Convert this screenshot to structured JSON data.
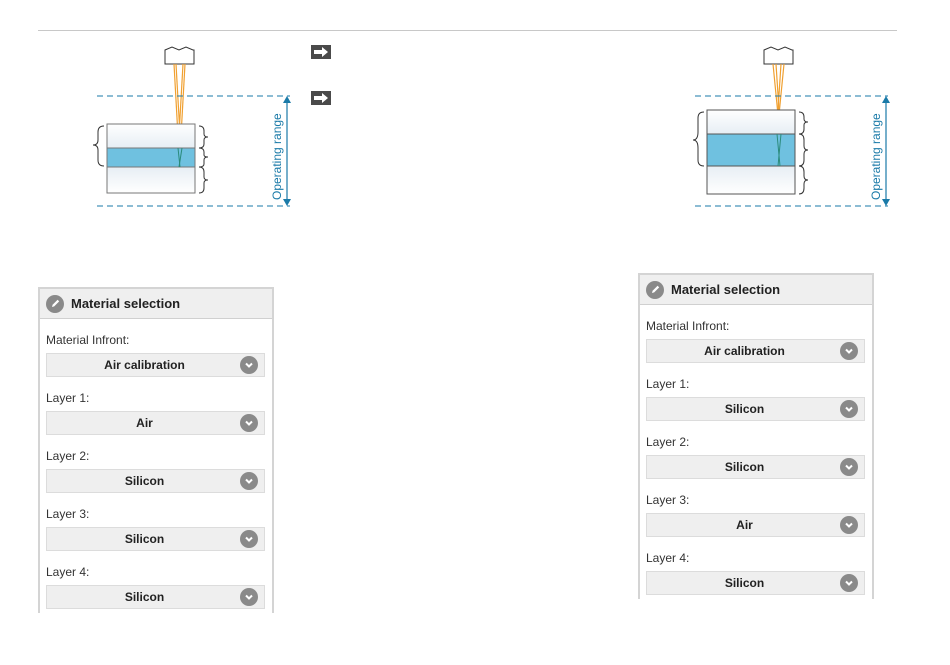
{
  "diagram_left": {
    "range_label": "Operating range"
  },
  "diagram_right": {
    "range_label": "Operating range"
  },
  "panel_left": {
    "title": "Material selection",
    "fields": [
      {
        "label": "Material Infront:",
        "value": "Air calibration"
      },
      {
        "label": "Layer 1:",
        "value": "Air"
      },
      {
        "label": "Layer 2:",
        "value": "Silicon"
      },
      {
        "label": "Layer 3:",
        "value": "Silicon"
      },
      {
        "label": "Layer 4:",
        "value": "Silicon"
      }
    ]
  },
  "panel_right": {
    "title": "Material selection",
    "fields": [
      {
        "label": "Material Infront:",
        "value": "Air calibration"
      },
      {
        "label": "Layer 1:",
        "value": "Silicon"
      },
      {
        "label": "Layer 2:",
        "value": "Silicon"
      },
      {
        "label": "Layer 3:",
        "value": "Air"
      },
      {
        "label": "Layer 4:",
        "value": "Silicon"
      }
    ]
  },
  "colors": {
    "layer_blue": "#6fc1e0",
    "dim_line": "#1a7aa8",
    "beam_orange": "#f0a030",
    "panel_header": "#efefef",
    "select_bg": "#efefef",
    "icon_grey": "#8a8a8a"
  }
}
